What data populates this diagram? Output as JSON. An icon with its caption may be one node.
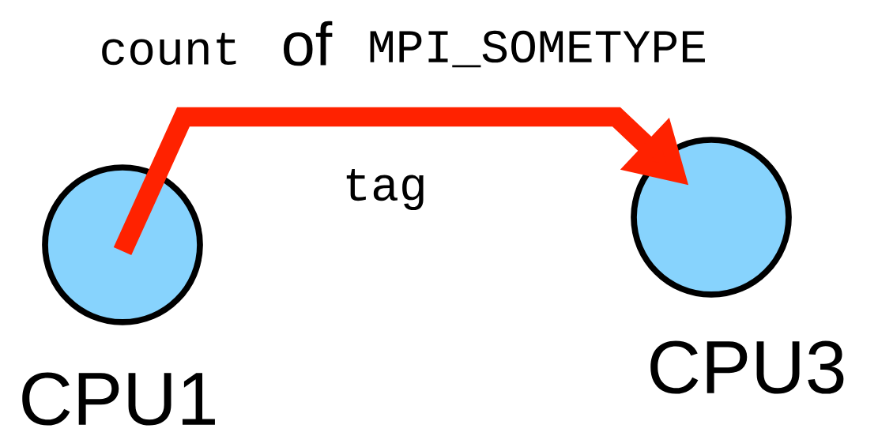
{
  "diagram": {
    "nodes": [
      {
        "text": [],
        "shape": "circle",
        "beside": [
          "CPU1"
        ]
      },
      {
        "text": [],
        "shape": "circle",
        "beside": [
          "CPU3"
        ]
      }
    ],
    "edges": [
      {
        "from": 0,
        "to": 1,
        "arrow": "to",
        "label": "tag"
      }
    ],
    "labels": [
      "count",
      "of",
      "MPI_SOMETYPE"
    ]
  }
}
